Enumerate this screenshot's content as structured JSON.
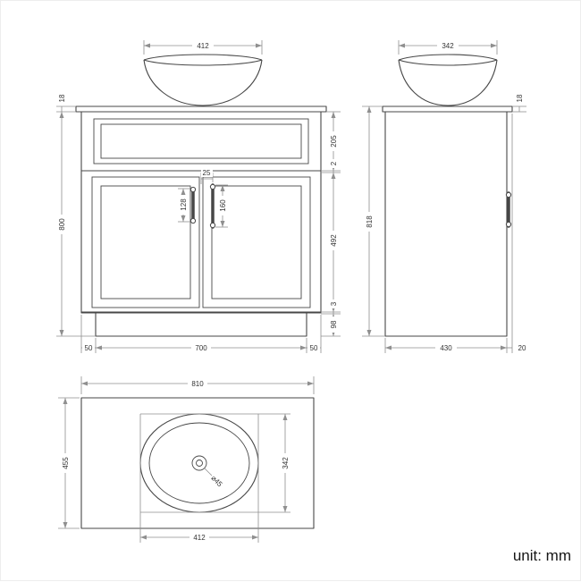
{
  "unit_label": "unit: mm",
  "front_view": {
    "basin_width": "412",
    "counter_thickness": "18",
    "cabinet_height": "800",
    "top_section_height": "205",
    "top_gap": "2",
    "handle_offset": "25",
    "left_handle_length": "128",
    "right_handle_length": "160",
    "door_height": "492",
    "bottom_gap": "3",
    "plinth_height": "98",
    "plinth_inset_left": "50",
    "plinth_width": "700",
    "plinth_inset_right": "50"
  },
  "side_view": {
    "basin_depth": "342",
    "counter_thickness": "18",
    "total_height": "818",
    "cabinet_depth": "430",
    "counter_overhang": "20"
  },
  "top_view": {
    "counter_width": "810",
    "counter_depth": "455",
    "basin_depth": "342",
    "basin_width": "412",
    "drain_diameter": "⌀45"
  }
}
